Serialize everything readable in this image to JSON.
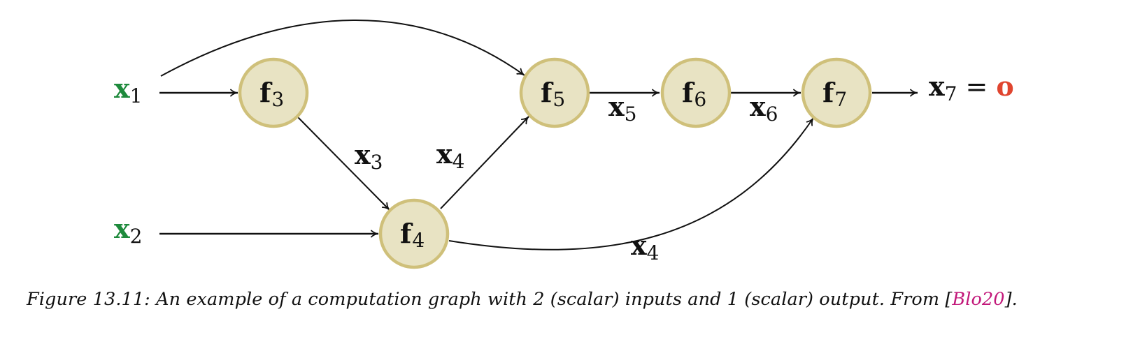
{
  "diagram": {
    "nodes": [
      {
        "id": "f3",
        "base": "f",
        "sub": "3"
      },
      {
        "id": "f4",
        "base": "f",
        "sub": "4"
      },
      {
        "id": "f5",
        "base": "f",
        "sub": "5"
      },
      {
        "id": "f6",
        "base": "f",
        "sub": "6"
      },
      {
        "id": "f7",
        "base": "f",
        "sub": "7"
      }
    ],
    "inputs": [
      {
        "id": "x1",
        "base": "x",
        "sub": "1"
      },
      {
        "id": "x2",
        "base": "x",
        "sub": "2"
      }
    ],
    "edge_labels": [
      {
        "id": "x3",
        "base": "x",
        "sub": "3"
      },
      {
        "id": "x4-a",
        "base": "x",
        "sub": "4"
      },
      {
        "id": "x5",
        "base": "x",
        "sub": "5"
      },
      {
        "id": "x6",
        "base": "x",
        "sub": "6"
      },
      {
        "id": "x4-b",
        "base": "x",
        "sub": "4"
      }
    ],
    "output": {
      "base": "x",
      "sub": "7",
      "eq": "=",
      "value": "o"
    },
    "edges": [
      {
        "from": "x1",
        "to": "f3"
      },
      {
        "from": "x1",
        "to": "f5"
      },
      {
        "from": "x2",
        "to": "f4"
      },
      {
        "from": "f3",
        "to": "f4"
      },
      {
        "from": "f4",
        "to": "f5"
      },
      {
        "from": "f4",
        "to": "f7"
      },
      {
        "from": "f5",
        "to": "f6"
      },
      {
        "from": "f6",
        "to": "f7"
      },
      {
        "from": "f7",
        "to": "output"
      }
    ]
  },
  "caption": {
    "prefix": "Figure 13.11: An example of a computation graph with 2 (scalar) inputs and 1 (scalar) output. From [",
    "ref": "Blo20",
    "suffix": "]."
  },
  "colors": {
    "input": "#1e8a3c",
    "output": "#e0452f",
    "node_fill": "#e8e3c3",
    "node_stroke": "#cfc07a",
    "ref": "#c2187a"
  }
}
